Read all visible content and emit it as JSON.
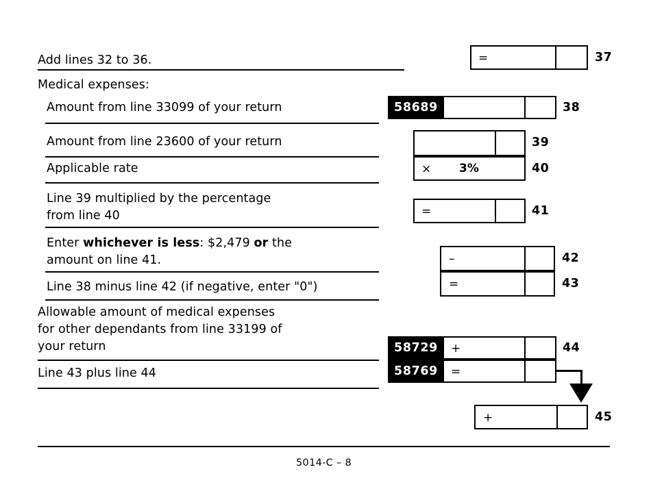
{
  "form": {
    "footer_id": "5014-C – 8"
  },
  "rows": {
    "line37": {
      "label": "Add lines 32 to 36.",
      "operator": "=",
      "number": "37"
    },
    "section_heading": {
      "label": "Medical expenses:"
    },
    "line38": {
      "label": "Amount from line 33099 of your return",
      "field_code": "58689",
      "number": "38"
    },
    "line39": {
      "label": "Amount from line 23600 of your return",
      "number": "39"
    },
    "line40": {
      "label": "Applicable rate",
      "operator": "×",
      "rate": "3%",
      "number": "40"
    },
    "line41": {
      "label": "Line 39 multiplied by the percentage\nfrom line 40",
      "operator": "=",
      "number": "41"
    },
    "line42": {
      "label_part1": "Enter ",
      "label_bold1": "whichever is less",
      "label_part2": ": $2,479 ",
      "label_bold2": "or",
      "label_part3": " the\namount on line 41.",
      "operator": "–",
      "number": "42"
    },
    "line43": {
      "label": "Line 38 minus line 42 (if negative, enter \"0\")",
      "operator": "=",
      "number": "43"
    },
    "line44": {
      "label": "Allowable amount of medical expenses\nfor other dependants from line 33199 of\nyour return",
      "field_code": "58729",
      "operator": "+",
      "number": "44"
    },
    "line44b": {
      "label": "Line 43 plus line 44",
      "field_code": "58769",
      "operator": "="
    },
    "line45": {
      "operator": "+",
      "number": "45"
    }
  }
}
